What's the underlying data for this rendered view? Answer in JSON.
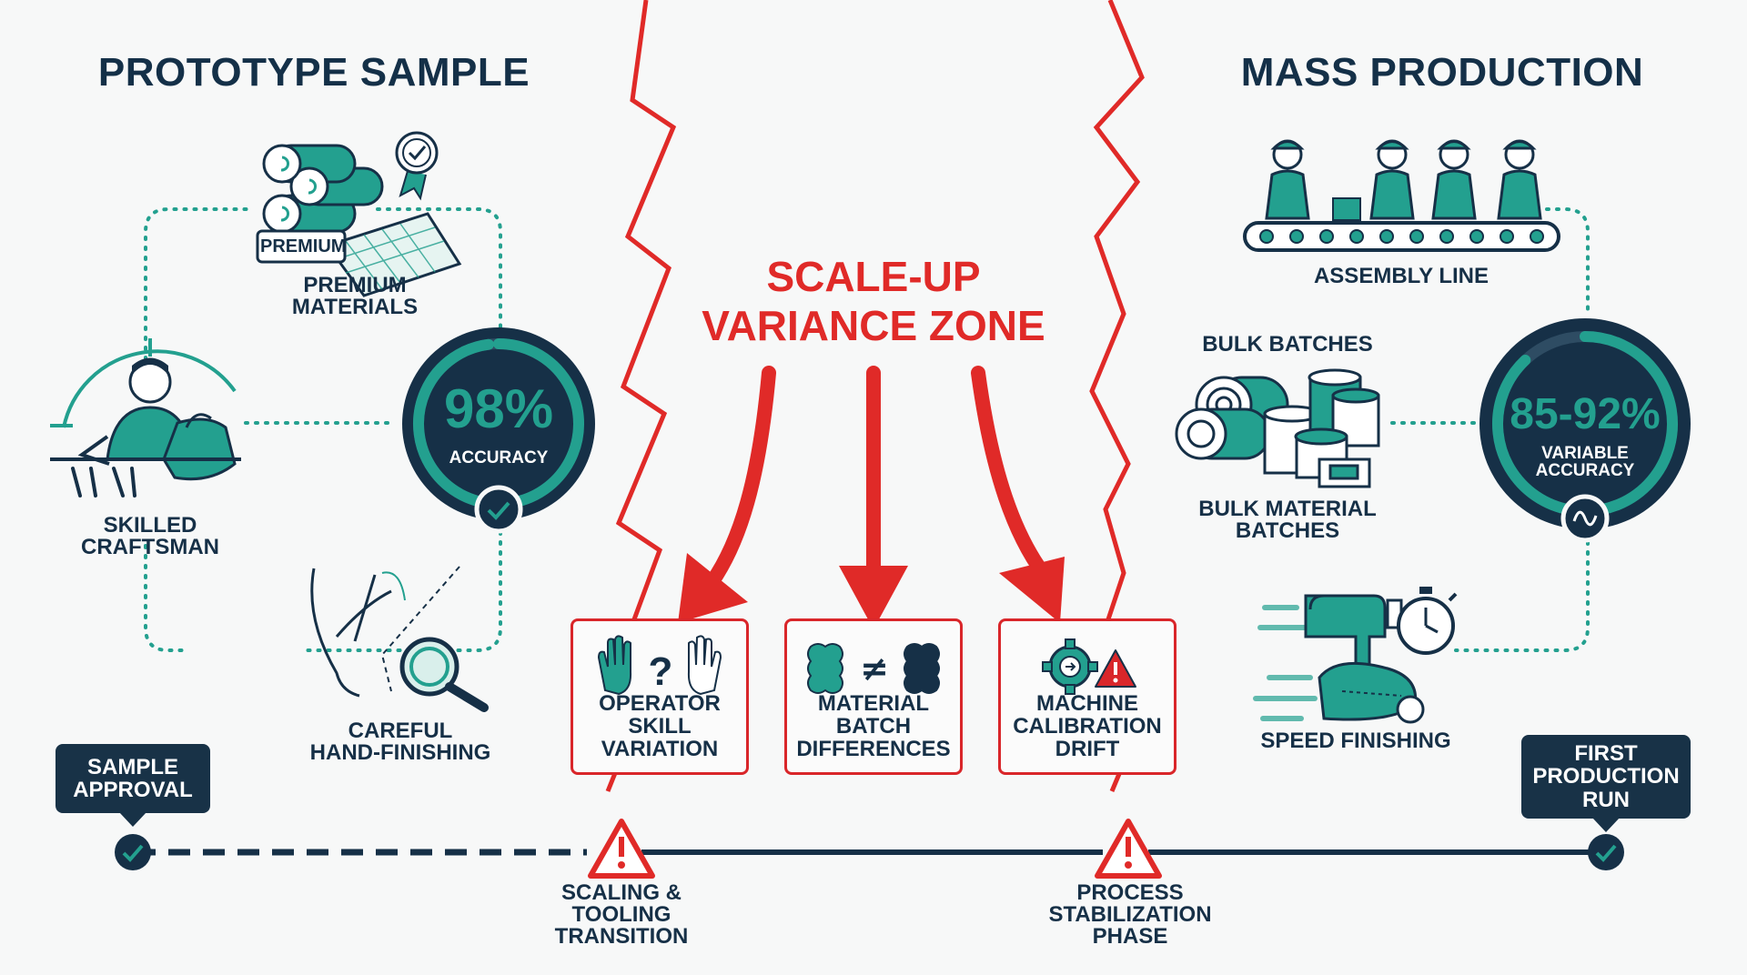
{
  "colors": {
    "navy": "#163047",
    "teal": "#23a08f",
    "red": "#e02a28",
    "background": "#f7f8f8"
  },
  "left": {
    "title": "PROTOTYPE SAMPLE",
    "premium_tag": "PREMIUM",
    "materials_label": "PREMIUM\nMATERIALS",
    "craftsman_label": "SKILLED\nCRAFTSMAN",
    "finishing_label": "CAREFUL\nHAND-FINISHING",
    "accuracy_value": "98%",
    "accuracy_label": "ACCURACY",
    "accuracy_fraction": 0.98
  },
  "center": {
    "title": "SCALE-UP\nVARIANCE ZONE",
    "boxes": [
      {
        "label": "OPERATOR\nSKILL\nVARIATION",
        "icon": "hands-question-icon"
      },
      {
        "label": "MATERIAL\nBATCH\nDIFFERENCES",
        "icon": "fabric-not-equal-icon"
      },
      {
        "label": "MACHINE\nCALIBRATION\nDRIFT",
        "icon": "gear-warning-icon"
      }
    ]
  },
  "right": {
    "title": "MASS PRODUCTION",
    "assembly_label": "ASSEMBLY LINE",
    "bulk_top_label": "BULK BATCHES",
    "bulk_bottom_label": "BULK MATERIAL\nBATCHES",
    "speed_label": "SPEED FINISHING",
    "accuracy_value": "85-92%",
    "accuracy_label": "VARIABLE\nACCURACY",
    "accuracy_fraction": 0.88
  },
  "timeline": {
    "start": "SAMPLE\nAPPROVAL",
    "end": "FIRST\nPRODUCTION\nRUN",
    "warnings": [
      "SCALING &\nTOOLING\nTRANSITION",
      "PROCESS\nSTABILIZATION\nPHASE"
    ]
  }
}
